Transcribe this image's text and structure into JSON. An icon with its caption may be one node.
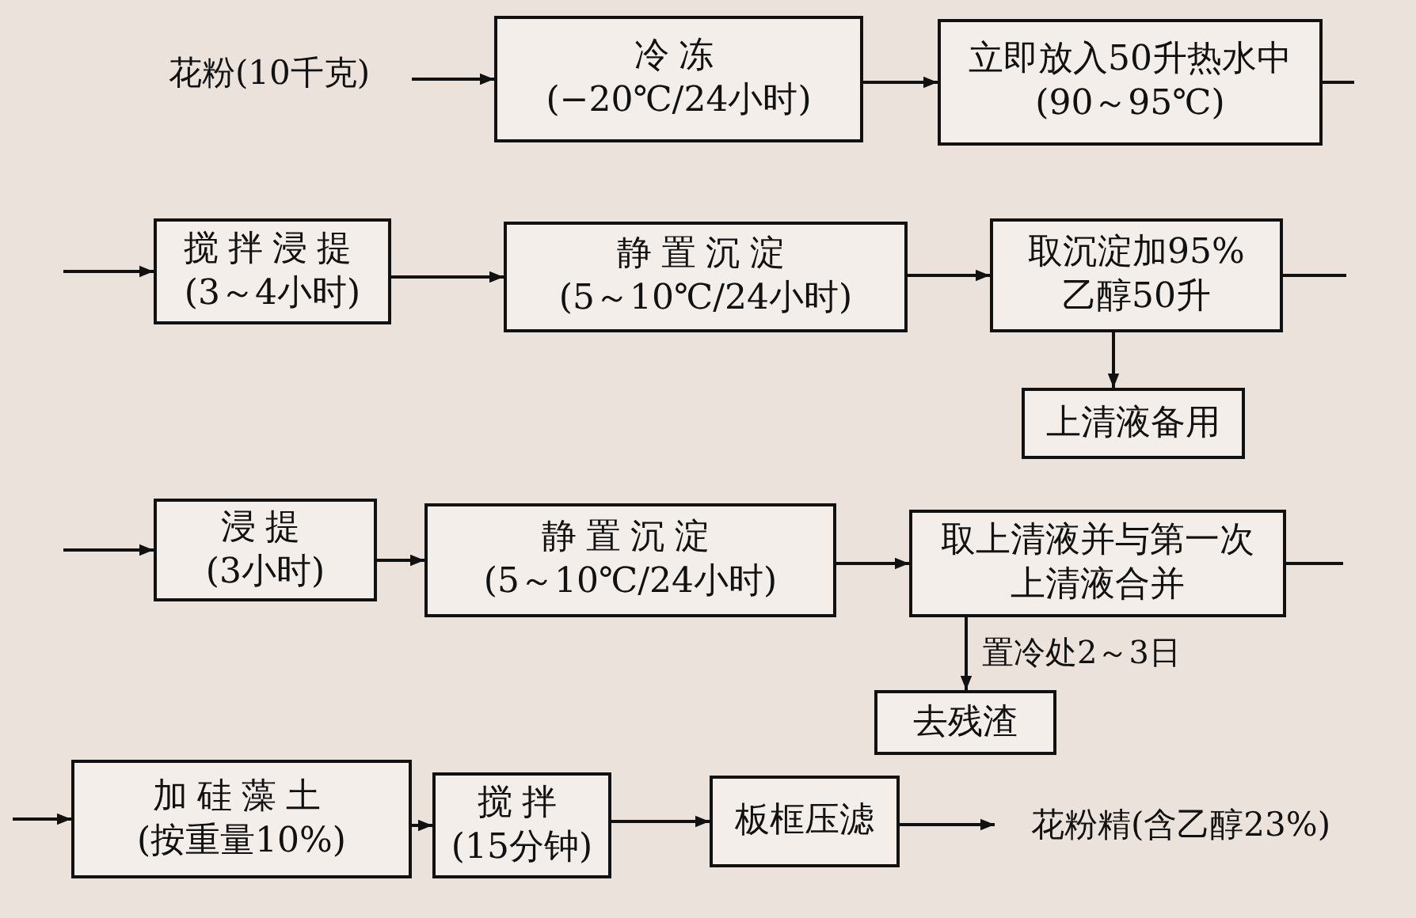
{
  "diagram": {
    "nodes": [
      {
        "text": [
          "花粉(10千克)"
        ]
      },
      {
        "text": [
          "冷冻",
          "(−20℃/24小时)"
        ]
      },
      {
        "text": [
          "立即放入50升热水中(90～95℃)"
        ]
      },
      {
        "text": [
          "搅拌浸提",
          "(3～4小时)"
        ]
      },
      {
        "text": [
          "静置沉淀",
          "(5～10℃/24小时)"
        ]
      },
      {
        "text": [
          "取沉淀加95%乙醇50升"
        ]
      },
      {
        "text": [
          "上清液备用"
        ]
      },
      {
        "text": [
          "浸提",
          "(3小时)"
        ]
      },
      {
        "text": [
          "静置沉淀",
          "(5～10℃/24小时)"
        ]
      },
      {
        "text": [
          "取上清液并与第一次上清液合并"
        ]
      },
      {
        "text": [
          "去残渣"
        ]
      },
      {
        "text": [
          "加硅藻土",
          "(按重量10%)"
        ]
      },
      {
        "text": [
          "搅拌",
          "(15分钟)"
        ]
      },
      {
        "text": [
          "板框压滤"
        ]
      },
      {
        "text": [
          "花粉精(含乙醇23%)"
        ]
      }
    ],
    "edges": [
      {
        "from": 0,
        "to": 1,
        "arrow": "to"
      },
      {
        "from": 1,
        "to": 2,
        "arrow": "to"
      },
      {
        "from": 2,
        "to": null,
        "arrow": "none"
      },
      {
        "from": null,
        "to": 3,
        "arrow": "to"
      },
      {
        "from": 3,
        "to": 4,
        "arrow": "to"
      },
      {
        "from": 4,
        "to": 5,
        "arrow": "to"
      },
      {
        "from": 5,
        "to": 6,
        "arrow": "to"
      },
      {
        "from": 5,
        "to": null,
        "arrow": "none"
      },
      {
        "from": null,
        "to": 7,
        "arrow": "to"
      },
      {
        "from": 7,
        "to": 8,
        "arrow": "to"
      },
      {
        "from": 8,
        "to": 9,
        "arrow": "to"
      },
      {
        "from": 9,
        "to": null,
        "arrow": "none"
      },
      {
        "from": 9,
        "to": 10,
        "arrow": "to",
        "label": "置冷处2～3日"
      },
      {
        "from": null,
        "to": 11,
        "arrow": "to"
      },
      {
        "from": 11,
        "to": 12,
        "arrow": "to"
      },
      {
        "from": 12,
        "to": 13,
        "arrow": "to"
      },
      {
        "from": 13,
        "to": 14,
        "arrow": "to"
      }
    ]
  }
}
